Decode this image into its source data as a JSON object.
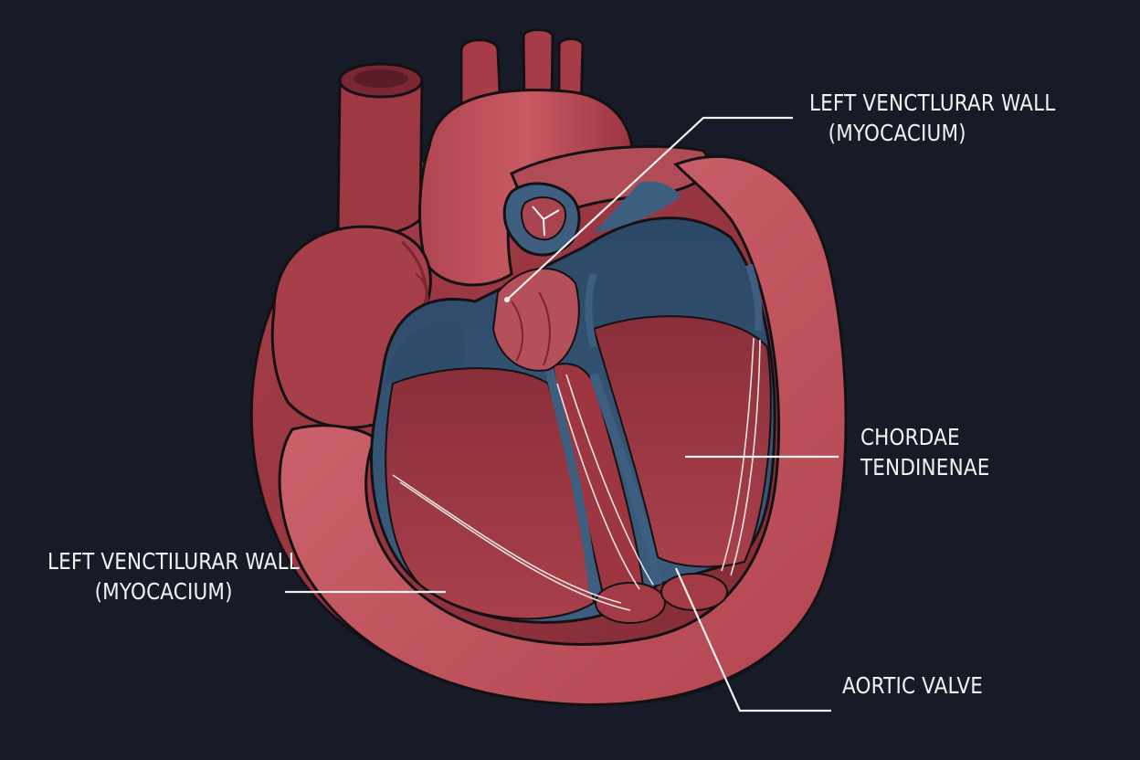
{
  "colors": {
    "background": "#161b27",
    "muscle": "#b2444f",
    "muscle_dark": "#7e2a35",
    "muscle_light": "#cf6069",
    "endocardium": "#33506e",
    "endocardium_light": "#4b6d8c",
    "leader_line": "#f2f2f2",
    "label_text": "#f2f2f2"
  },
  "labels": {
    "top_right": {
      "line1": "LEFT VENCTLURAR WALL",
      "line2": "(MYOCACIUM)"
    },
    "middle_right": {
      "line1": "CHORDAE",
      "line2": "TENDINENAE"
    },
    "left": {
      "line1": "LEFT VENCTILURAR WALL",
      "line2": "(MYOCACIUM)"
    },
    "bottom_right": {
      "line1": "AORTIC VALVE"
    }
  }
}
